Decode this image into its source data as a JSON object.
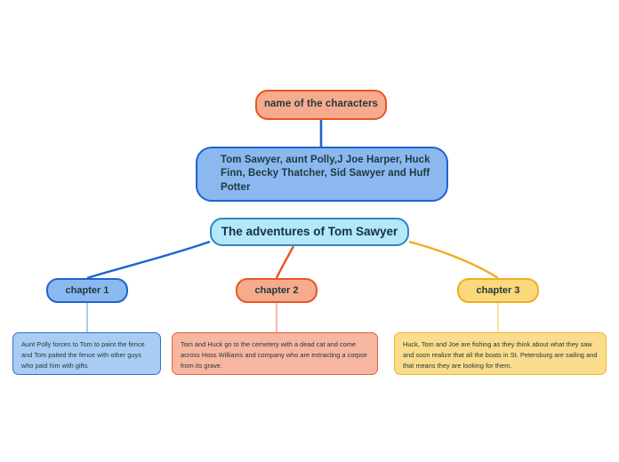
{
  "mindmap": {
    "root": {
      "label": "The adventures of Tom Sawyer"
    },
    "characters": {
      "title": "name of the characters",
      "list": "Tom Sawyer, aunt Polly,J Joe Harper, Huck Finn, Becky Thatcher, Sid Sawyer and Huff Potter"
    },
    "chapters": [
      {
        "label": "chapter 1",
        "summary": "Aunt Polly forces to Tom to paint the fence and Tom paited the fence with other guys who paid him with gifts",
        "color": "#8cb8f0",
        "border_color": "#1f63d0"
      },
      {
        "label": "chapter 2",
        "summary": "Tom and Huck go to the cemetery with a dead cat and come across Hoss Williams and company who are extracting a corpse from its grave.",
        "color": "#f7ab8e",
        "border_color": "#e8561f"
      },
      {
        "label": "chapter 3",
        "summary": "Huck, Tom and Joe are fishing as they think about what they saw and soon realize that all the boats in St. Petersburg are sailing and that means they are looking for them.",
        "color": "#fbd87c",
        "border_color": "#f0ad20"
      }
    ],
    "colors": {
      "background": "#ffffff",
      "blue_edge": "#1f63d0",
      "orange_edge": "#e8561f",
      "amber_edge": "#f0ad20",
      "root_fill": "#b4e7f8",
      "root_border": "#2f86c8"
    }
  }
}
